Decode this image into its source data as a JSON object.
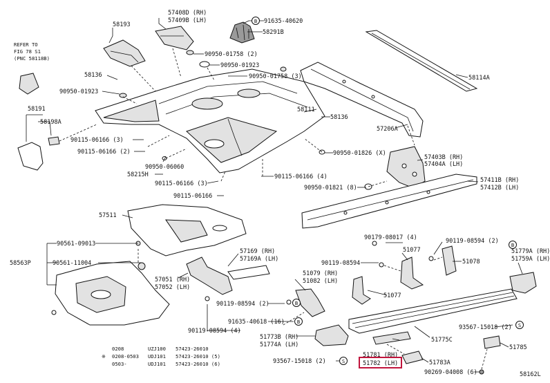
{
  "labels": {
    "l_refer1": "REFER TO",
    "l_refer2": "FIG 78 S1",
    "l_refer3": "(PNC 58118B)",
    "l_58193": "58193",
    "l_57408": "57408D (RH)",
    "l_57409": "57409B (LH)",
    "l_91635a": "91635-40620",
    "l_58291": "58291B",
    "l_90950_1758a": "90950-01758 (2)",
    "l_90950_1923a": "90950-01923",
    "l_90950_1758b": "90950-01758 (3)",
    "l_58136a": "58136",
    "l_90950_1923b": "90950-01923",
    "l_58114": "58114A",
    "l_58191": "58191",
    "l_58198": "58198A",
    "l_58111": "58111",
    "l_58136b": "58136",
    "l_57206": "57206A",
    "l_90115_6166a": "90115-06166 (3)",
    "l_90115_6166b": "90115-06166 (2)",
    "l_90950_1826": "90950-01826 (X)",
    "l_90950_6060": "90950-06060",
    "l_58215": "58215H",
    "l_90115_6166c": "90115-06166 (3)",
    "l_90115_6166d": "90115-06166 (4)",
    "l_57403": "57403B (RH)",
    "l_57404": "57404A (LH)",
    "l_57411": "57411B (RH)",
    "l_57412": "57412B (LH)",
    "l_90950_1821": "90950-01821 (8)",
    "l_90115_6166e": "90115-06166",
    "l_57511": "57511",
    "l_90179": "90179-08017 (4)",
    "l_90119_8594a": "90119-08594 (2)",
    "l_90561_9013": "90561-09013",
    "l_57169": "57169 (RH)",
    "l_57169a": "57169A (LH)",
    "l_51077a": "51077",
    "l_51779": "51779A (RH)",
    "l_51759": "51759A (LH)",
    "l_58563": "58563P",
    "l_90561_11004": "90561-11004",
    "l_90119_8594b": "90119-08594",
    "l_51078": "51078",
    "l_57051": "57051 (RH)",
    "l_57052": "57052 (LH)",
    "l_51079": "51079 (RH)",
    "l_51082": "51082 (LH)",
    "l_51077b": "51077",
    "l_90119_8594c": "90119-08594 (2)",
    "l_91635b": "91635-40618 (16)",
    "l_90119_8594d": "90119-08594 (4)",
    "l_93567a": "93567-15018 (2)",
    "l_51773": "51773B (RH)",
    "l_51774": "51774A (LH)",
    "l_51775": "51775C",
    "l_51785": "51785",
    "l_51781": "51781 (RH)",
    "l_51782": "51782 (LH)",
    "l_51783": "51783A",
    "l_93567b": "93567-15018 (2)",
    "l_90269": "90269-04008 (6)",
    "l_fig": "58162L",
    "l_note1a": "0208",
    "l_note1b": "UZJ100",
    "l_note1c": "57423-26010",
    "l_note2m": "※",
    "l_note2a": "0208-0503",
    "l_note2b": "UDJ101",
    "l_note2c": "57423-26010 (5)",
    "l_note3a": "0503-",
    "l_note3b": "UDJ101",
    "l_note3c": "57423-26010 (6)",
    "c_b1": "B",
    "c_b2": "B",
    "c_b3": "B",
    "c_b4": "B",
    "c_s1": "S",
    "c_s2": "S"
  },
  "colors": {
    "highlight": "#c0143c",
    "line": "#111111"
  }
}
